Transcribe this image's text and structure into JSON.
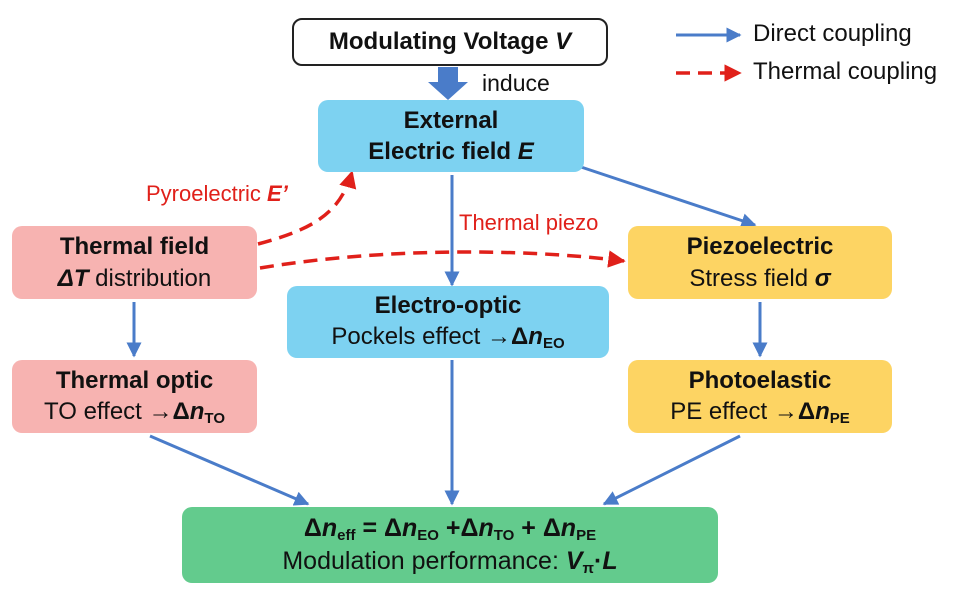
{
  "colors": {
    "direct_arrow": "#4a7cc9",
    "thermal_arrow": "#e0201a",
    "blue_box": "#7dd2f1",
    "pink_box": "#f7b3b1",
    "yellow_box": "#fdd463",
    "green_box": "#63cb8d"
  },
  "legend": {
    "direct": "Direct coupling",
    "thermal": "Thermal coupling"
  },
  "voltage": {
    "text": "Modulating Voltage ",
    "symbol": "V"
  },
  "induce_label": "induce",
  "external": {
    "line1": "External",
    "line2": "Electric field ",
    "symbol": "E"
  },
  "pyro_label": {
    "text": "Pyroelectric ",
    "symbol": "E’"
  },
  "thermal_piezo_label": "Thermal piezo",
  "thermal_field": {
    "title": "Thermal field",
    "symbol": "ΔT",
    "rest": " distribution"
  },
  "electro_optic": {
    "title": "Electro-optic",
    "text": "Pockels effect →",
    "delta": "Δ",
    "n": "n",
    "sub": "EO"
  },
  "piezo": {
    "title": "Piezoelectric",
    "text": "Stress field ",
    "symbol": "σ"
  },
  "thermal_optic": {
    "title": "Thermal optic",
    "text": "TO effect →",
    "delta": "Δ",
    "n": "n",
    "sub": "TO"
  },
  "photoelastic": {
    "title": "Photoelastic",
    "text": "PE effect →",
    "delta": "Δ",
    "n": "n",
    "sub": "PE"
  },
  "result": {
    "delta": "Δ",
    "n": "n",
    "sub_eff": "eff",
    "eq": " = ",
    "sub_eo": "EO",
    "plus1": " +",
    "sub_to": "TO",
    "plus2": " + ",
    "sub_pe": "PE",
    "perf_text": "Modulation performance: ",
    "v": "V",
    "pi": "π",
    "dot": "·",
    "l": "L"
  }
}
